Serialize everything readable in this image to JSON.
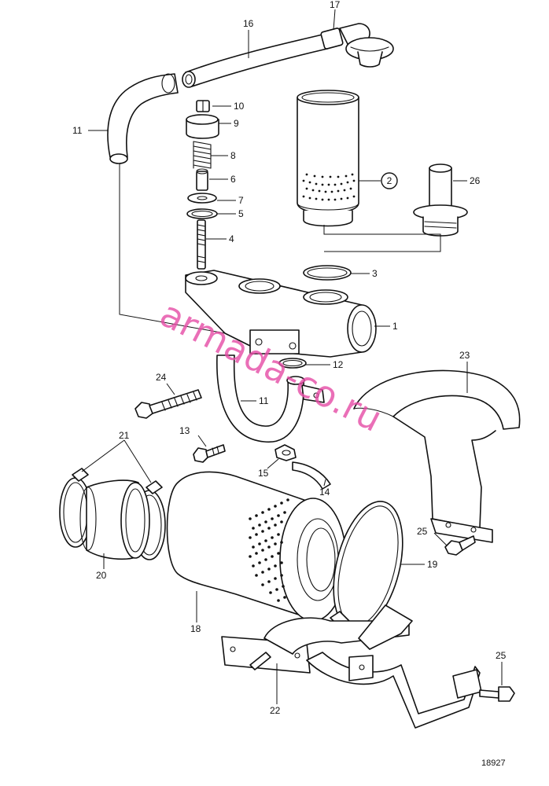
{
  "drawing_reference": "18927",
  "watermark": "armada-co.ru",
  "callouts": [
    {
      "id": "c16",
      "label": "16"
    },
    {
      "id": "c17",
      "label": "17"
    },
    {
      "id": "c10",
      "label": "10"
    },
    {
      "id": "c9",
      "label": "9"
    },
    {
      "id": "c11a",
      "label": "11"
    },
    {
      "id": "c8",
      "label": "8"
    },
    {
      "id": "c6",
      "label": "6"
    },
    {
      "id": "c7",
      "label": "7"
    },
    {
      "id": "c5",
      "label": "5"
    },
    {
      "id": "c4",
      "label": "4"
    },
    {
      "id": "c2",
      "label": "2"
    },
    {
      "id": "c26",
      "label": "26"
    },
    {
      "id": "c3",
      "label": "3"
    },
    {
      "id": "c1",
      "label": "1"
    },
    {
      "id": "c12",
      "label": "12"
    },
    {
      "id": "c24",
      "label": "24"
    },
    {
      "id": "c11b",
      "label": "11"
    },
    {
      "id": "c23",
      "label": "23"
    },
    {
      "id": "c13",
      "label": "13"
    },
    {
      "id": "c21",
      "label": "21"
    },
    {
      "id": "c15",
      "label": "15"
    },
    {
      "id": "c14",
      "label": "14"
    },
    {
      "id": "c25a",
      "label": "25"
    },
    {
      "id": "c19",
      "label": "19"
    },
    {
      "id": "c20",
      "label": "20"
    },
    {
      "id": "c18",
      "label": "18"
    },
    {
      "id": "c25b",
      "label": "25"
    },
    {
      "id": "c22",
      "label": "22"
    }
  ]
}
